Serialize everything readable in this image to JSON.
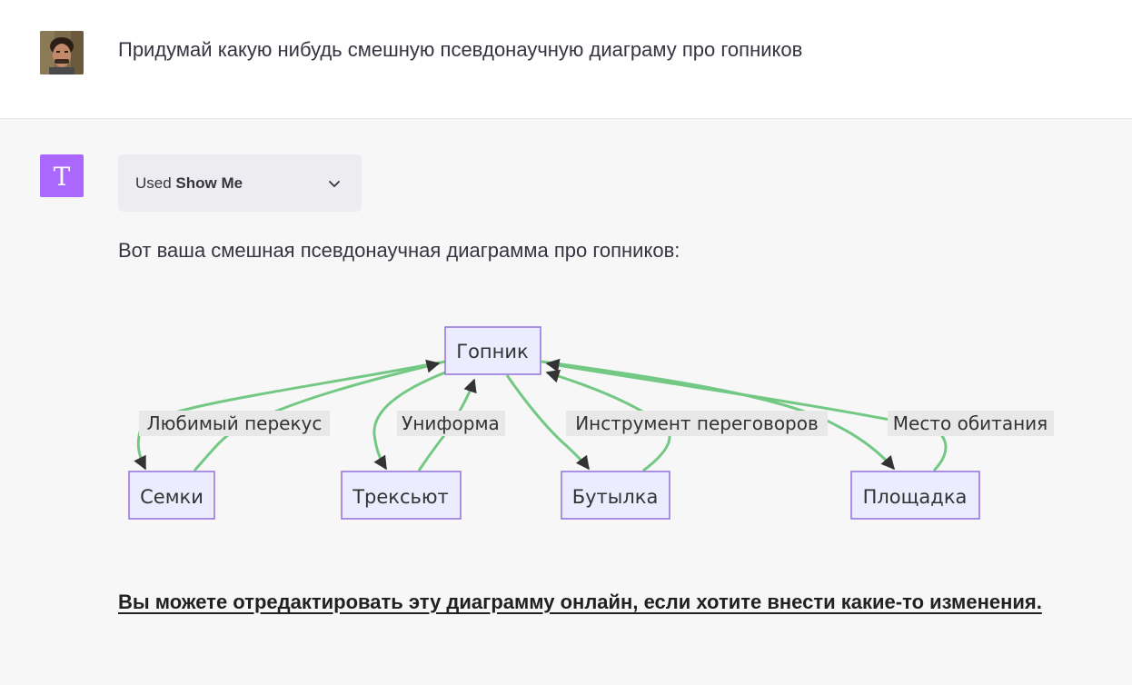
{
  "conversation": {
    "user_message": "Придумай какую нибудь смешную псевдонаучную диаграму про гопников",
    "bot_avatar_letter": "T",
    "plugin_chip": {
      "prefix": "Used",
      "plugin_name": "Show Me",
      "icon": "chevron-down-icon"
    },
    "bot_intro": "Вот ваша смешная псевдонаучная диаграмма про гопников:",
    "link_text": "Вы можете отредактировать эту диаграмму онлайн, если хотите внести какие-то изменения."
  },
  "diagram": {
    "root": "Гопник",
    "nodes": [
      "Семки",
      "Трексьют",
      "Бутылка",
      "Площадка"
    ],
    "edge_labels": [
      "Любимый перекус",
      "Униформа",
      "Инструмент переговоров",
      "Место обитания"
    ],
    "colors": {
      "node_fill": "#ececff",
      "node_border": "#9370db",
      "edge": "#73c984"
    }
  },
  "colors": {
    "bot_avatar_bg": "#ab68ff",
    "chip_bg": "#ececf1"
  }
}
